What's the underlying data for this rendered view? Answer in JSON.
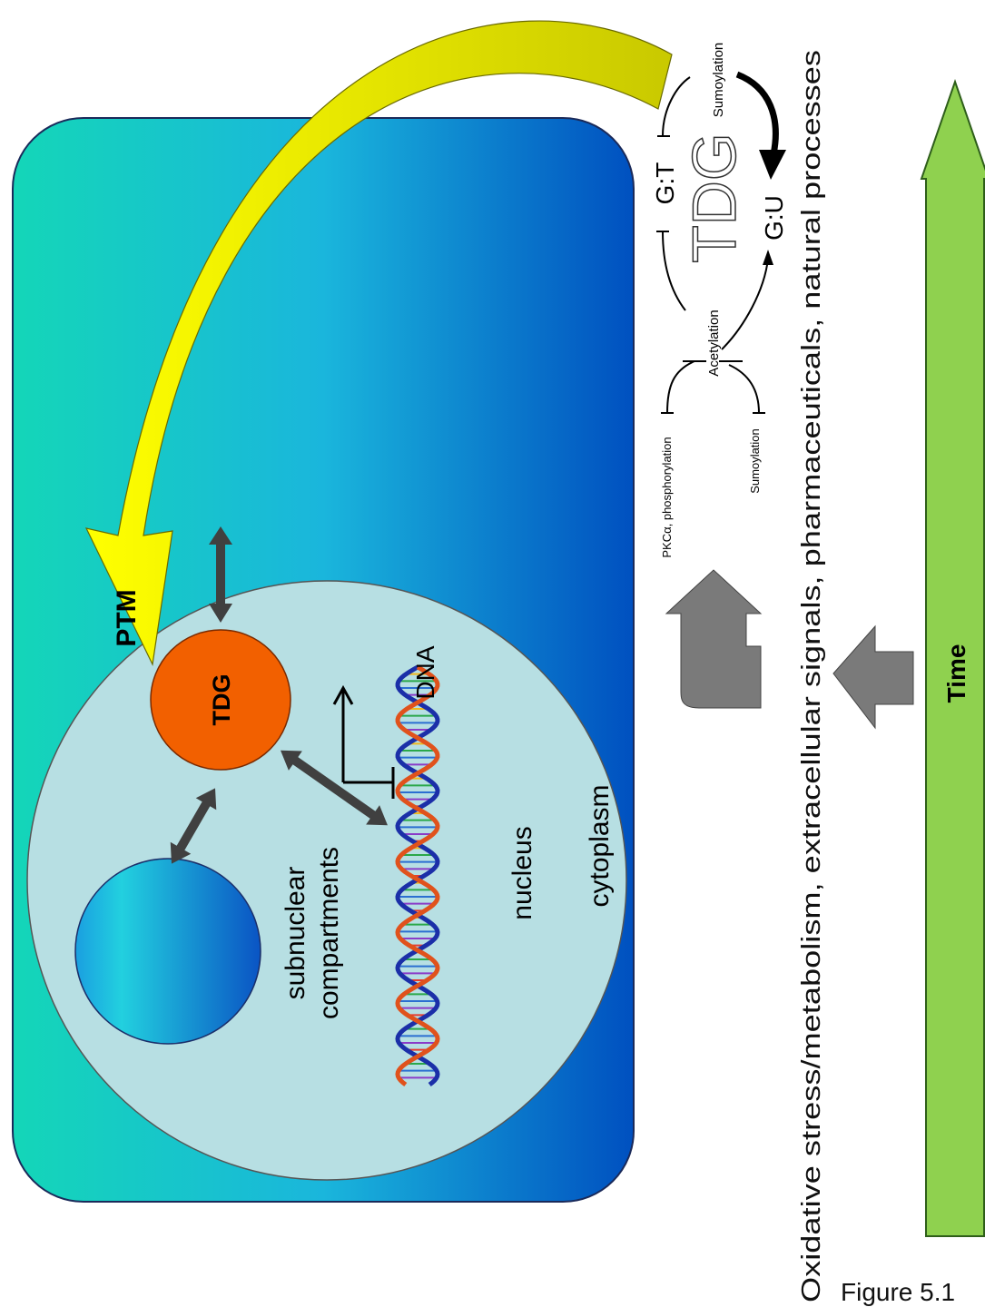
{
  "labels": {
    "ptm": "PTM",
    "tdg_nucleus": "TDG",
    "dna": "DNA",
    "subnuclear": "subnuclear",
    "compartments": "compartments",
    "nucleus": "nucleus",
    "cytoplasm": "cytoplasm",
    "time": "Time",
    "signals": "Oxidative stress/metabolism, extracellular signals, pharmaceuticals, natural processes"
  },
  "regulation": {
    "tdg_outline": "TDG",
    "gt": "G:T",
    "gu": "G:U",
    "sumoylation_top": "Sumoylation",
    "acetylation": "Acetylation",
    "pkc": "PKCα, phosphorylation",
    "sumoylation_bottom": "Sumoylation"
  },
  "caption": "Figure 5.1",
  "colors": {
    "cell_left": "#14d3b9",
    "cell_right": "#0056c2",
    "nucleus": "#b7dfe3",
    "tdg": "#f26000",
    "ptm_arrow": "#ffee00",
    "time_arrow": "#8fd14f",
    "grey_arrow": "#7a7a7a",
    "double_arrow": "#404040"
  }
}
